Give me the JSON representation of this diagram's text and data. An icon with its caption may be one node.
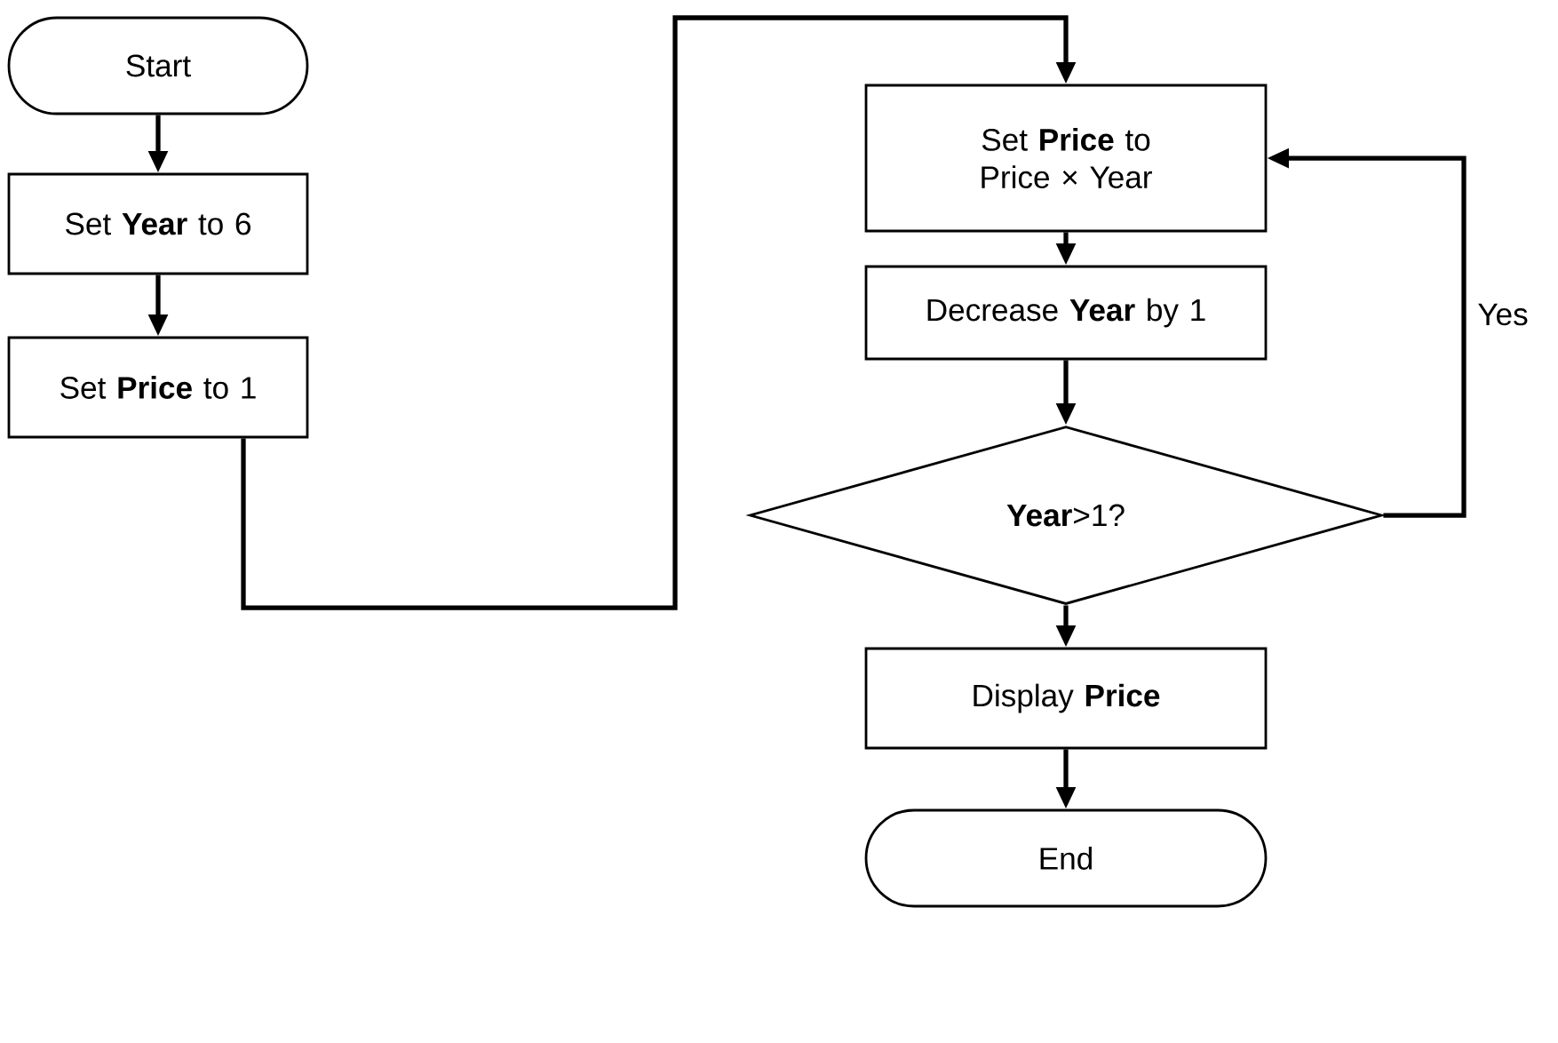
{
  "diagram": {
    "nodes": [
      {
        "text": [
          "Start"
        ]
      },
      {
        "text": [
          "Set **Year** to 6"
        ]
      },
      {
        "text": [
          "Set **Price** to 1"
        ]
      },
      {
        "text": [
          "Set **Price** to Price × Year"
        ]
      },
      {
        "text": [
          "Decrease **Year** by 1"
        ]
      },
      {
        "text": [
          "**Year**>1?"
        ]
      },
      {
        "text": [
          "Display **Price**"
        ]
      },
      {
        "text": [
          "End"
        ]
      }
    ],
    "edges": [
      {
        "from": 0,
        "to": 1,
        "arrow": "to"
      },
      {
        "from": 1,
        "to": 2,
        "arrow": "to"
      },
      {
        "from": 2,
        "to": 3,
        "arrow": "to"
      },
      {
        "from": 3,
        "to": 4,
        "arrow": "to"
      },
      {
        "from": 4,
        "to": 5,
        "arrow": "to"
      },
      {
        "from": 5,
        "to": 6,
        "arrow": "to"
      },
      {
        "from": 6,
        "to": 7,
        "arrow": "to"
      },
      {
        "from": 5,
        "to": 3,
        "arrow": "to",
        "label": "Yes"
      }
    ]
  }
}
